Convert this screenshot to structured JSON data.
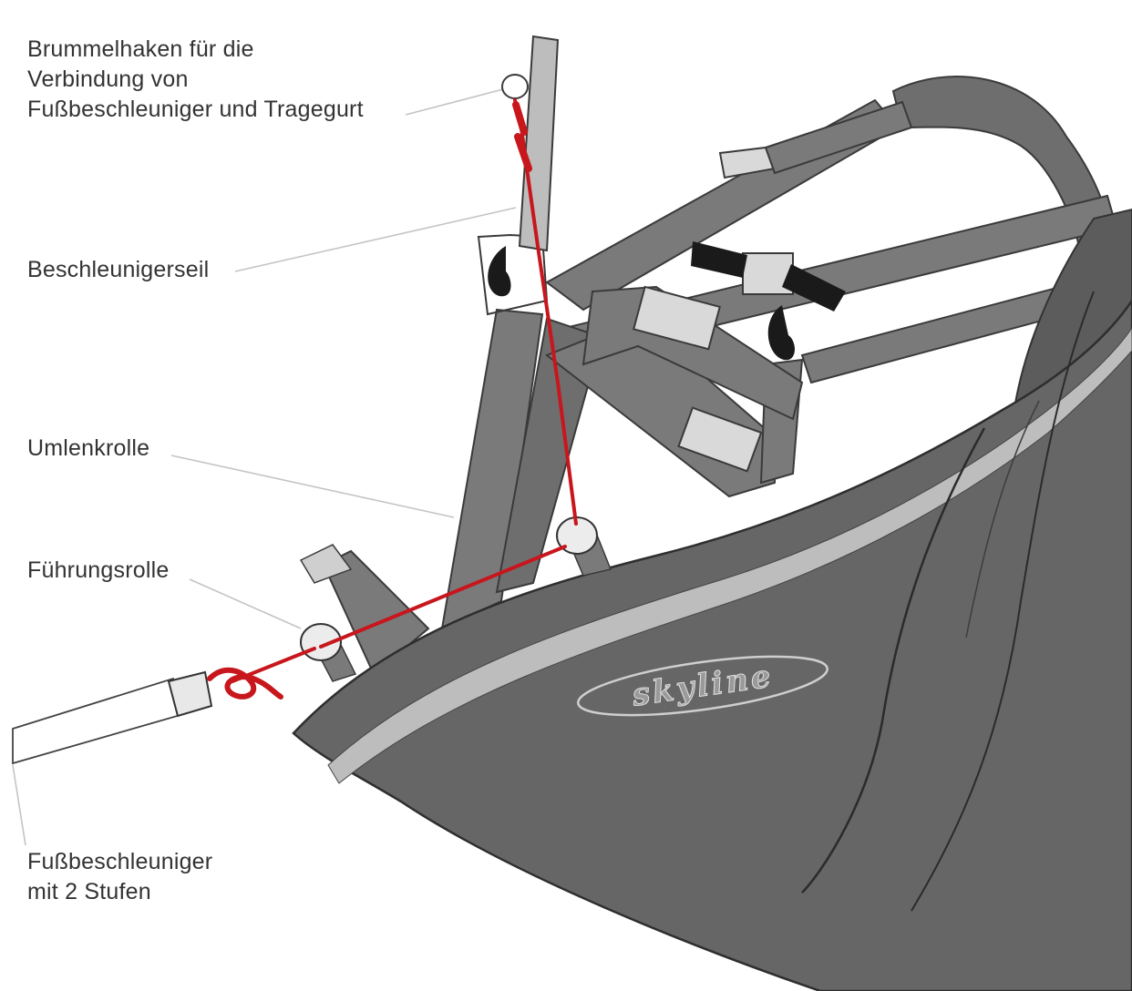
{
  "labels": {
    "hook": "Brummelhaken für die\nVerbindung von\nFußbeschleuniger und Tragegurt",
    "rope": "Beschleunigerseil",
    "pulley": "Umlenkrolle",
    "guide_pulley": "Führungsrolle",
    "foot_bar": "Fußbeschleuniger\nmit 2 Stufen"
  },
  "logo_text": "skyline",
  "colors": {
    "harness_body": "#6b6b6b",
    "harness_dark": "#4a4a4a",
    "webbing": "#7a7a7a",
    "stripe": "#bdbdbd",
    "rope": "#c8161d",
    "buckle_light": "#d9d9d9",
    "buckle_black": "#1a1a1a",
    "leader": "#bfbfbf"
  }
}
